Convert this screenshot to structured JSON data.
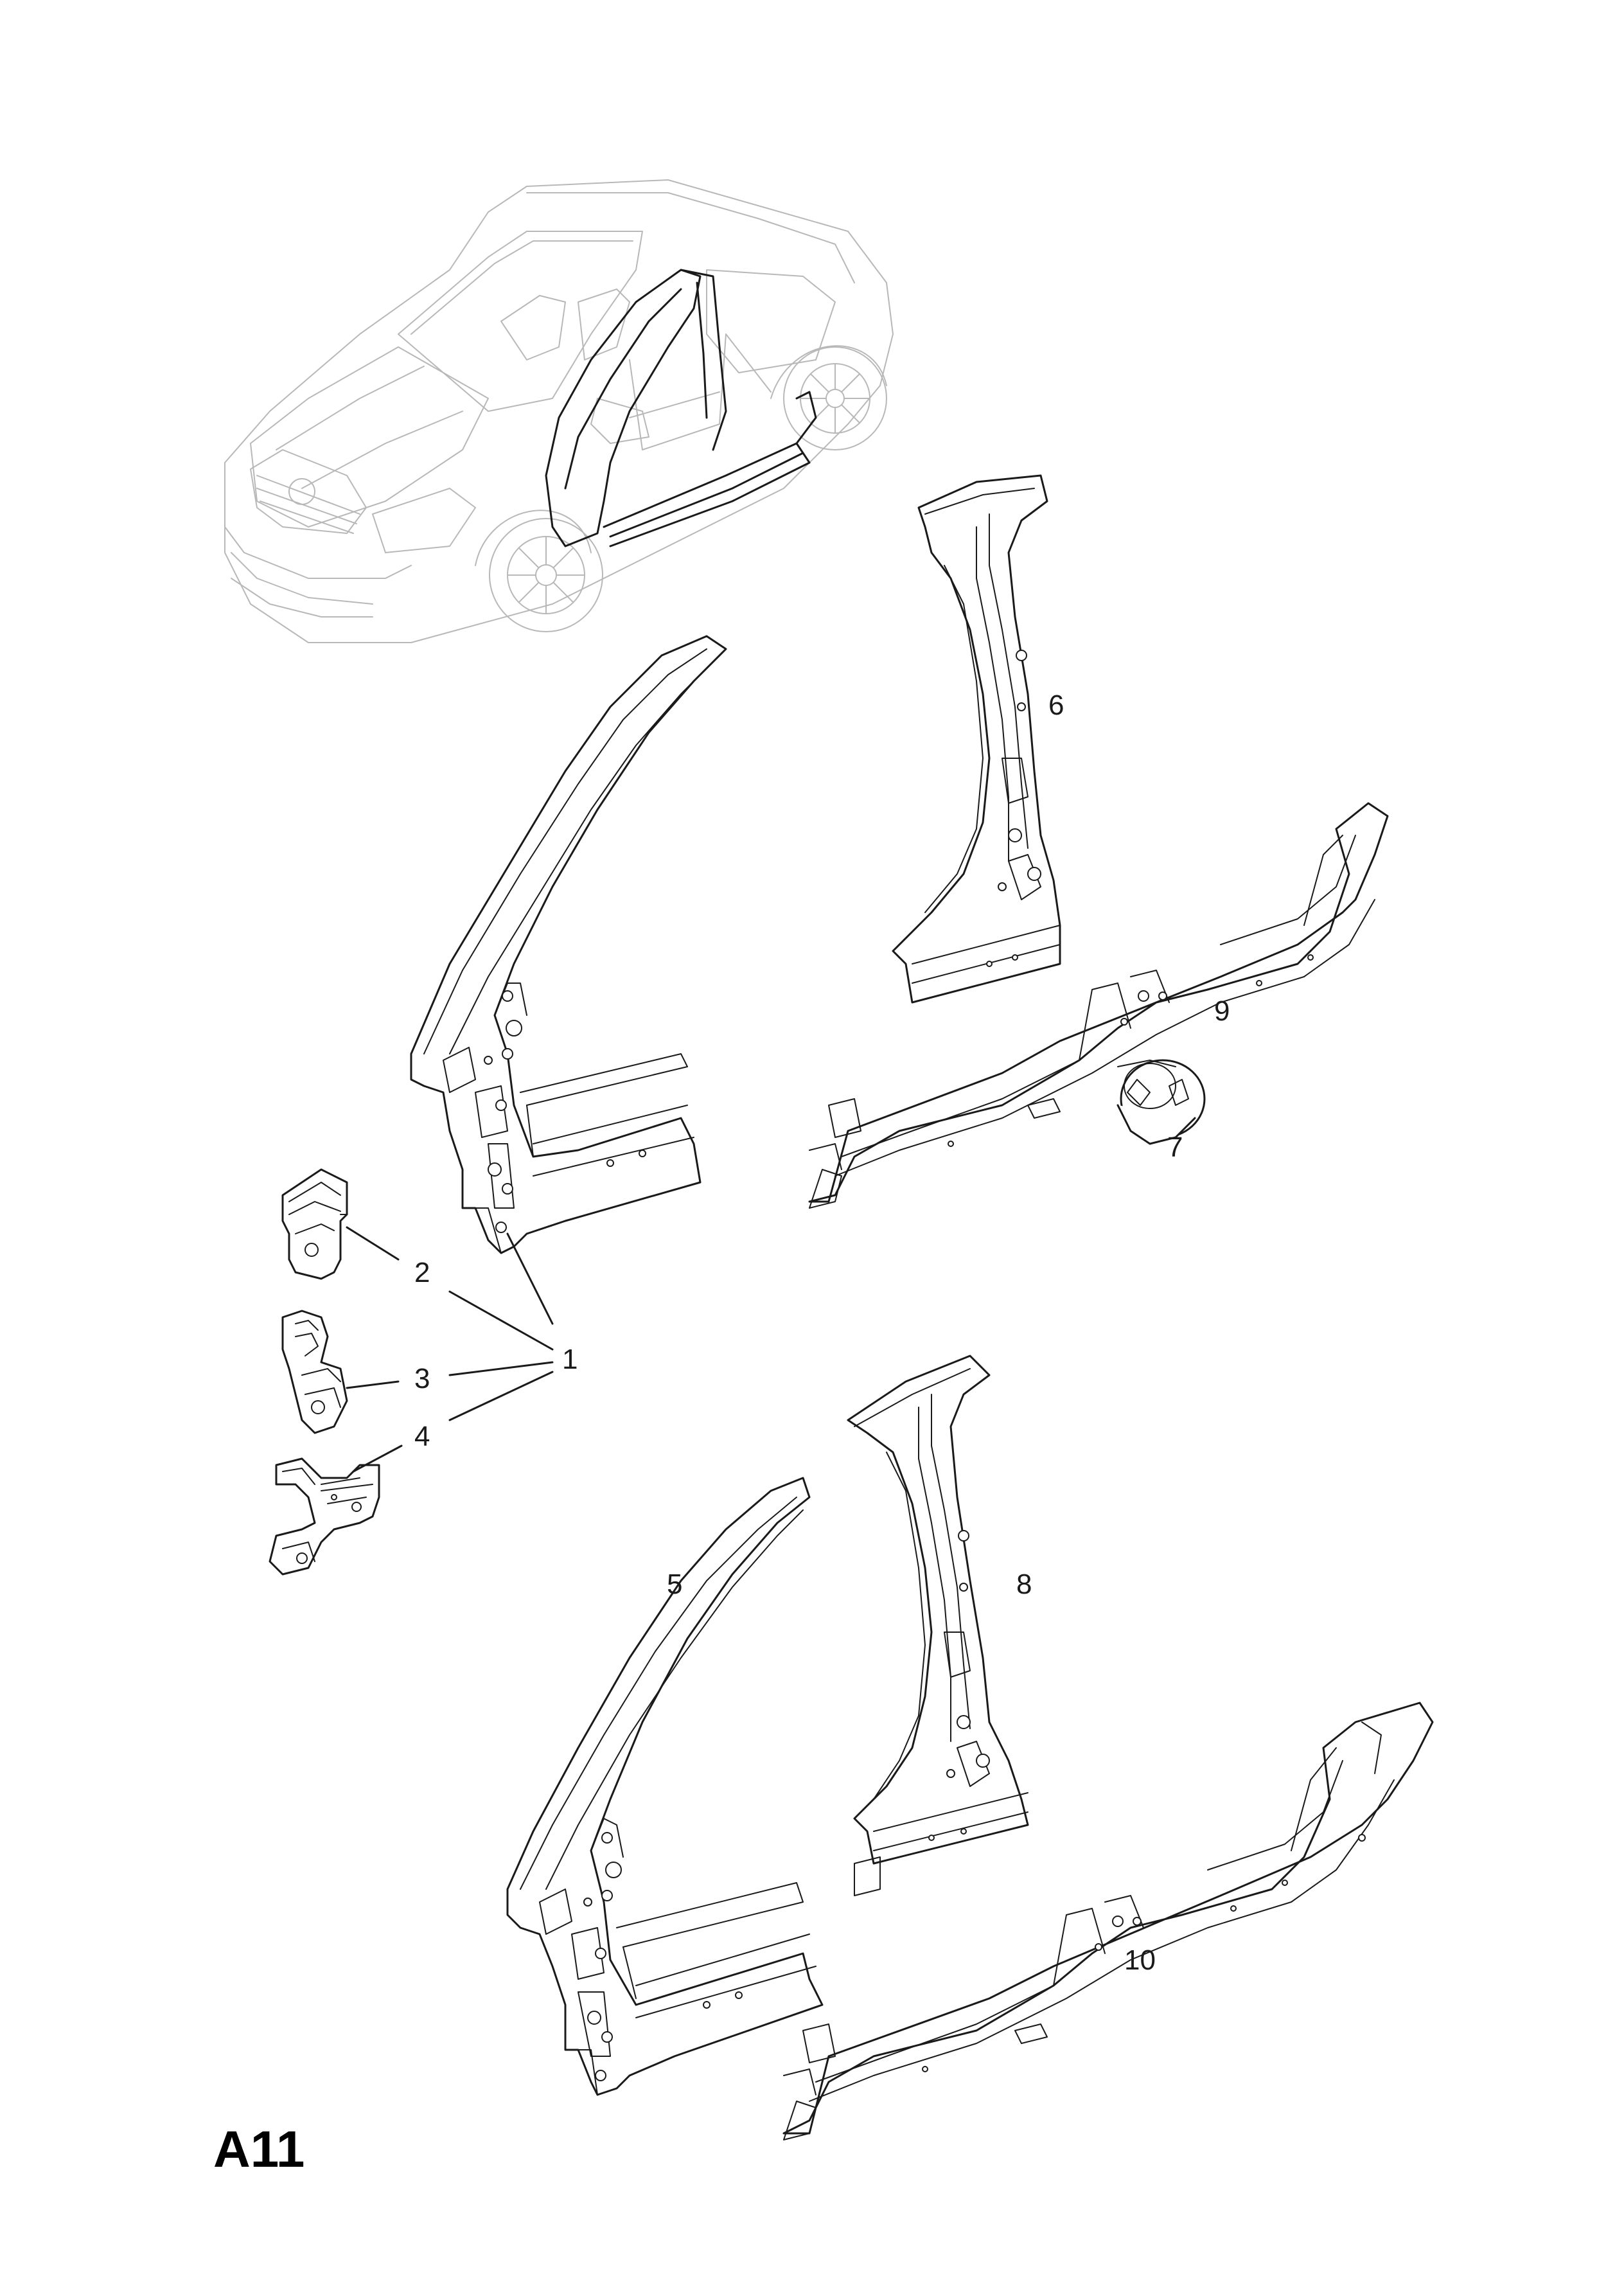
{
  "diagram_ref": "A11",
  "callouts": [
    {
      "id": "1",
      "label": "1"
    },
    {
      "id": "2",
      "label": "2"
    },
    {
      "id": "3",
      "label": "3"
    },
    {
      "id": "4",
      "label": "4"
    },
    {
      "id": "5",
      "label": "5"
    },
    {
      "id": "6",
      "label": "6"
    },
    {
      "id": "7",
      "label": "7"
    },
    {
      "id": "8",
      "label": "8"
    },
    {
      "id": "9",
      "label": "9"
    },
    {
      "id": "10",
      "label": "10"
    }
  ],
  "colors": {
    "line": "#1a1a1a",
    "ghost": "#b8b8b8",
    "background": "#ffffff"
  }
}
